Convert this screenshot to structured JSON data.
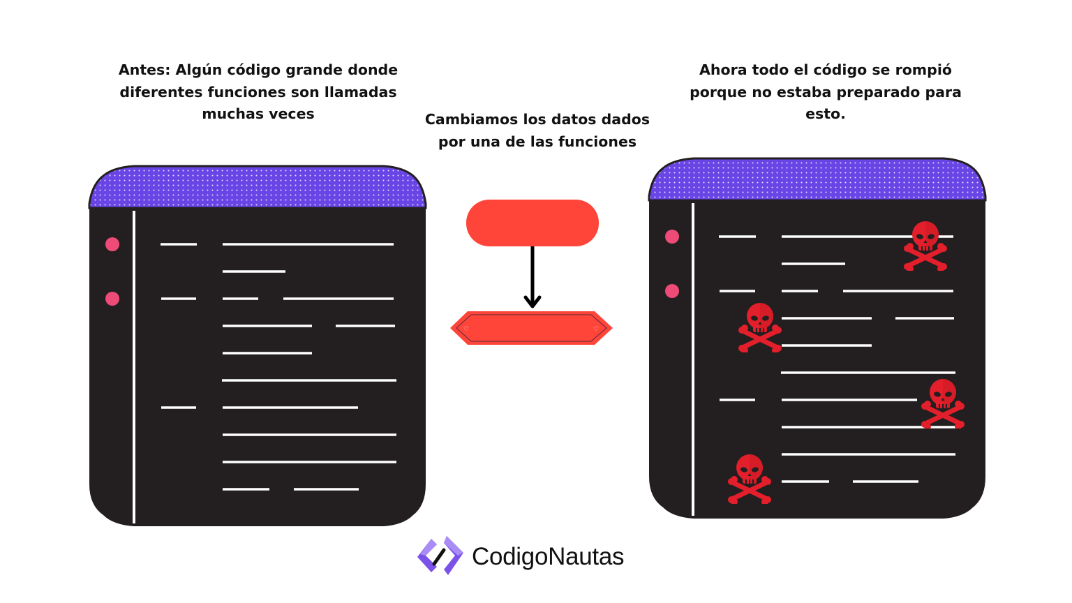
{
  "captions": {
    "before": [
      "Antes: Algún código grande donde",
      "diferentes funciones son llamadas",
      "muchas veces"
    ],
    "middle": [
      "Cambiamos los datos dados",
      "por una de las funciones"
    ],
    "after": [
      "Ahora todo el código se rompió",
      "porque no estaba preparado para",
      "esto."
    ]
  },
  "brand": {
    "name": "CodigoNautas"
  },
  "colors": {
    "window_body": "#231f20",
    "window_header": "#6a45e6",
    "gutter_dot": "#ef4b78",
    "flow_shape": "#ff453a",
    "skull": "#e21f2b",
    "logo_purple": "#7b52e8"
  },
  "diagram": {
    "before_window": {
      "gutter_dots": 2,
      "code_lines": 14
    },
    "flow": {
      "nodes": [
        "start-terminal",
        "process-hexagon"
      ],
      "edge": "arrow-down"
    },
    "after_window": {
      "gutter_dots": 2,
      "code_lines": 14,
      "skull_icons": 4
    }
  }
}
